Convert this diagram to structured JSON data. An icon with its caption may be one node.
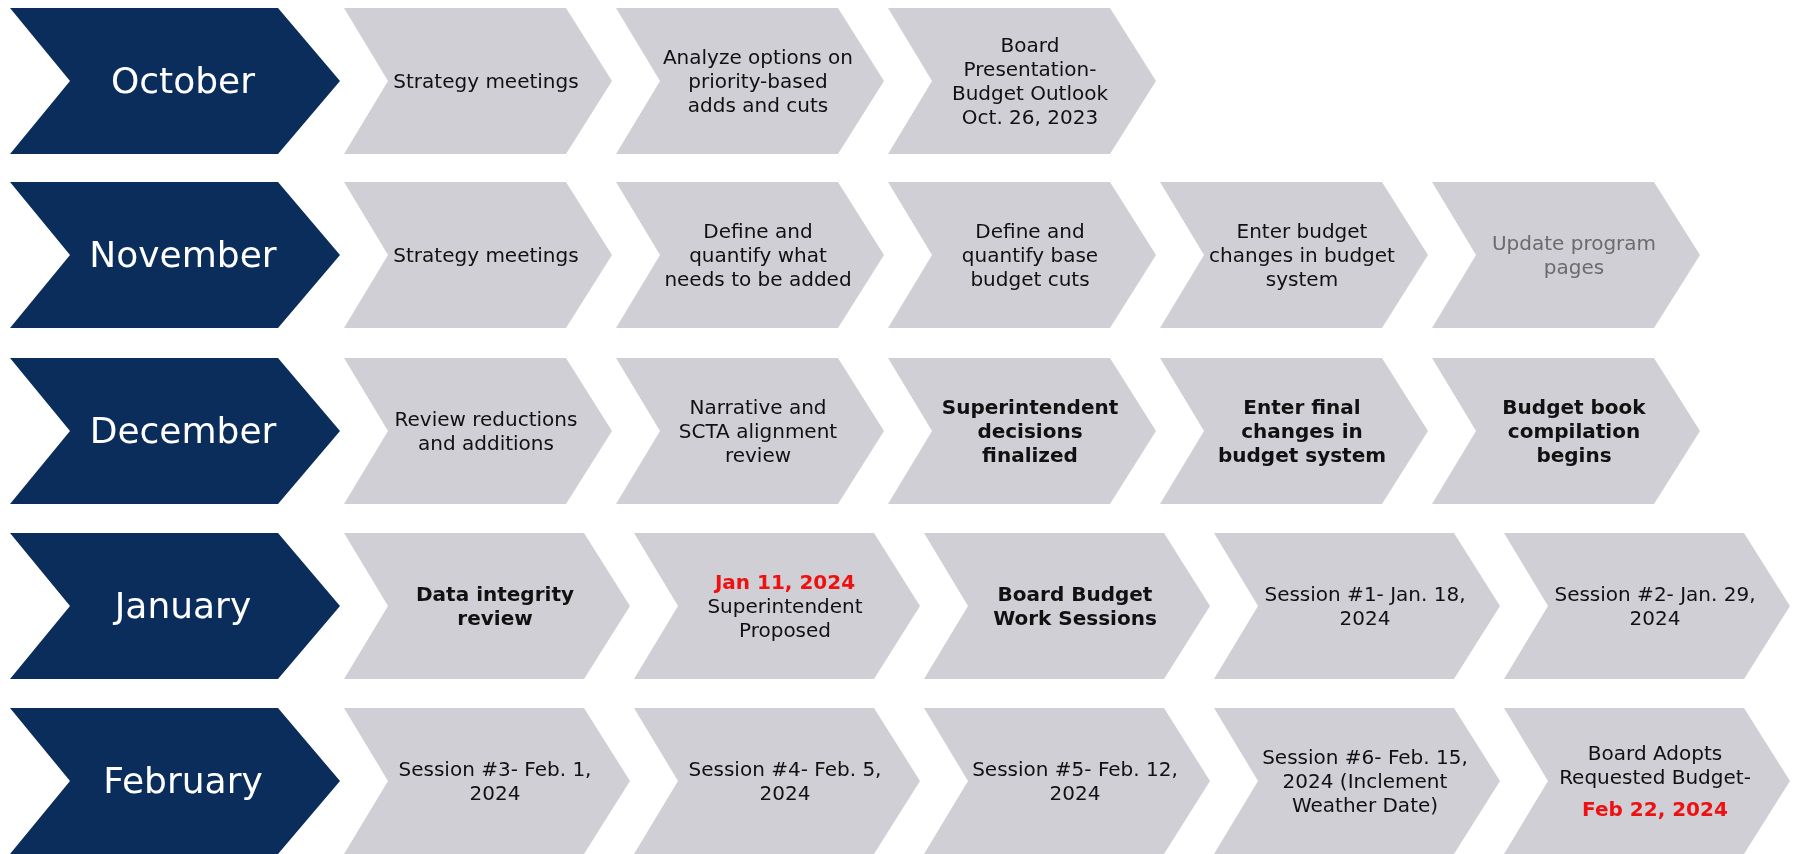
{
  "diagram": {
    "nodes": [
      {
        "text": [
          "October"
        ]
      },
      {
        "text": [
          "Strategy meetings"
        ]
      },
      {
        "text": [
          "Analyze options on priority-based adds and cuts"
        ]
      },
      {
        "text": [
          "Board Presentation- Budget Outlook Oct. 26, 2023"
        ]
      },
      {
        "text": [
          "November"
        ]
      },
      {
        "text": [
          "Strategy meetings"
        ]
      },
      {
        "text": [
          "Define and quantify what needs to be added"
        ]
      },
      {
        "text": [
          "Define and quantify base budget cuts"
        ]
      },
      {
        "text": [
          "Enter budget changes in budget system"
        ]
      },
      {
        "text": [
          "Update program pages"
        ]
      },
      {
        "text": [
          "December"
        ]
      },
      {
        "text": [
          "Review reductions and additions"
        ]
      },
      {
        "text": [
          "Narrative and SCTA alignment review"
        ]
      },
      {
        "text": [
          "Superintendent decisions finalized"
        ]
      },
      {
        "text": [
          "Enter final changes in budget system"
        ]
      },
      {
        "text": [
          "Budget book compilation begins"
        ]
      },
      {
        "text": [
          "January"
        ]
      },
      {
        "text": [
          "Data integrity review"
        ]
      },
      {
        "text": [
          "Jan 11, 2024",
          "Superintendent Proposed"
        ]
      },
      {
        "text": [
          "Board Budget Work Sessions"
        ]
      },
      {
        "text": [
          "Session #1- Jan. 18, 2024"
        ]
      },
      {
        "text": [
          "Session #2- Jan. 29, 2024"
        ]
      },
      {
        "text": [
          "February"
        ]
      },
      {
        "text": [
          "Session #3- Feb. 1, 2024"
        ]
      },
      {
        "text": [
          "Session #4- Feb. 5, 2024"
        ]
      },
      {
        "text": [
          "Session #5- Feb. 12, 2024"
        ]
      },
      {
        "text": [
          "Session #6- Feb. 15, 2024 (Inclement Weather Date)"
        ]
      },
      {
        "text": [
          "Board Adopts Requested Budget-",
          "Feb 22, 2024"
        ]
      }
    ]
  }
}
